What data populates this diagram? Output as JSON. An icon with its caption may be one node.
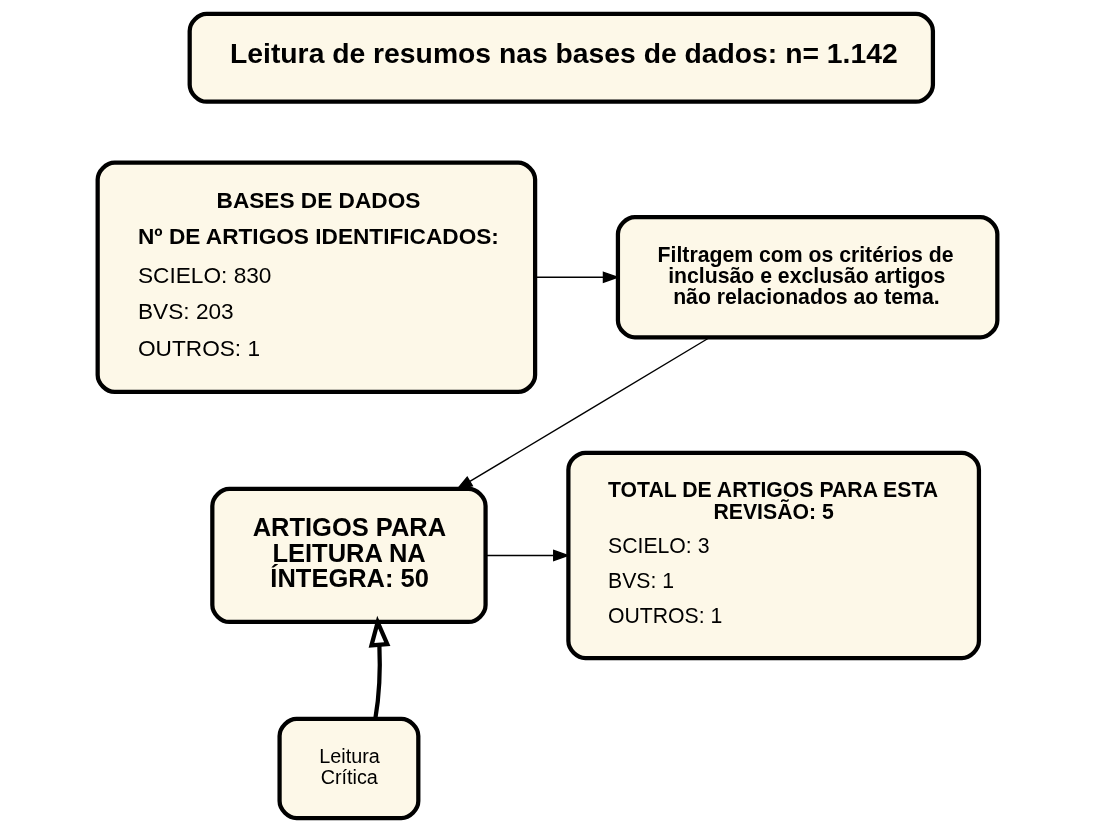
{
  "diagram": {
    "nodes": [
      {
        "text": [
          "Leitura de resumos nas bases de dados: n= 1.142"
        ]
      },
      {
        "text": [
          "BASES DE DADOS",
          "Nº DE ARTIGOS IDENTIFICADOS:",
          "SCIELO: 830",
          "BVS: 203",
          "OUTROS: 1"
        ]
      },
      {
        "text": [
          "Filtragem com os critérios de inclusão e exclusão artigos não relacionados ao tema."
        ]
      },
      {
        "text": [
          "ARTIGOS PARA LEITURA NA ÍNTEGRA: 50"
        ]
      },
      {
        "text": [
          "TOTAL DE ARTIGOS PARA ESTA REVISÃO: 5",
          "SCIELO: 3",
          "BVS: 1",
          "OUTROS: 1"
        ]
      },
      {
        "text": [
          "Leitura Crítica"
        ]
      }
    ],
    "edges": [
      {
        "from": 1,
        "to": 2,
        "arrow": "to"
      },
      {
        "from": 2,
        "to": 3,
        "arrow": "to"
      },
      {
        "from": 3,
        "to": 4,
        "arrow": "to"
      },
      {
        "from": 5,
        "to": 3,
        "arrow": "to",
        "style": "thick"
      }
    ]
  }
}
